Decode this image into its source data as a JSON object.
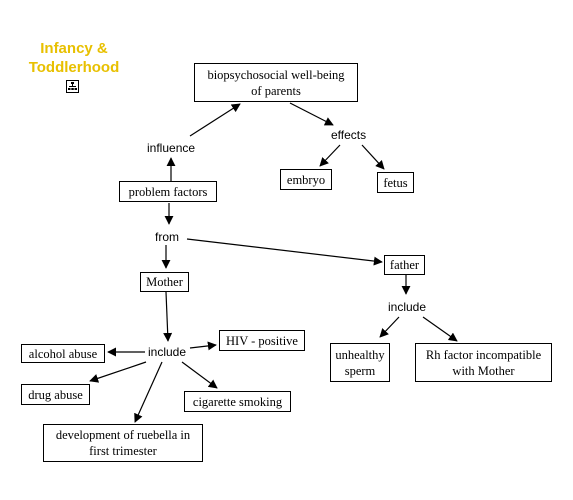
{
  "title": "Infancy & Toddlerhood",
  "title_color": "#e8c000",
  "title_icon": "concept-map-icon",
  "concepts": {
    "biopsychosocial": "biopsychosocial well-being\nof parents",
    "embryo": "embryo",
    "fetus": "fetus",
    "problem_factors": "problem factors",
    "mother": "Mother",
    "father": "father",
    "alcohol_abuse": "alcohol abuse",
    "hiv_positive": "HIV - positive",
    "drug_abuse": "drug abuse",
    "cigarette_smoking": "cigarette smoking",
    "ruebella": "development of ruebella in\nfirst trimester",
    "unhealthy_sperm": "unhealthy\nsperm",
    "rh_factor": "Rh factor incompatible\nwith Mother"
  },
  "links": {
    "influence": "influence",
    "effects": "effects",
    "from": "from",
    "include_mother": "include",
    "include_father": "include"
  }
}
